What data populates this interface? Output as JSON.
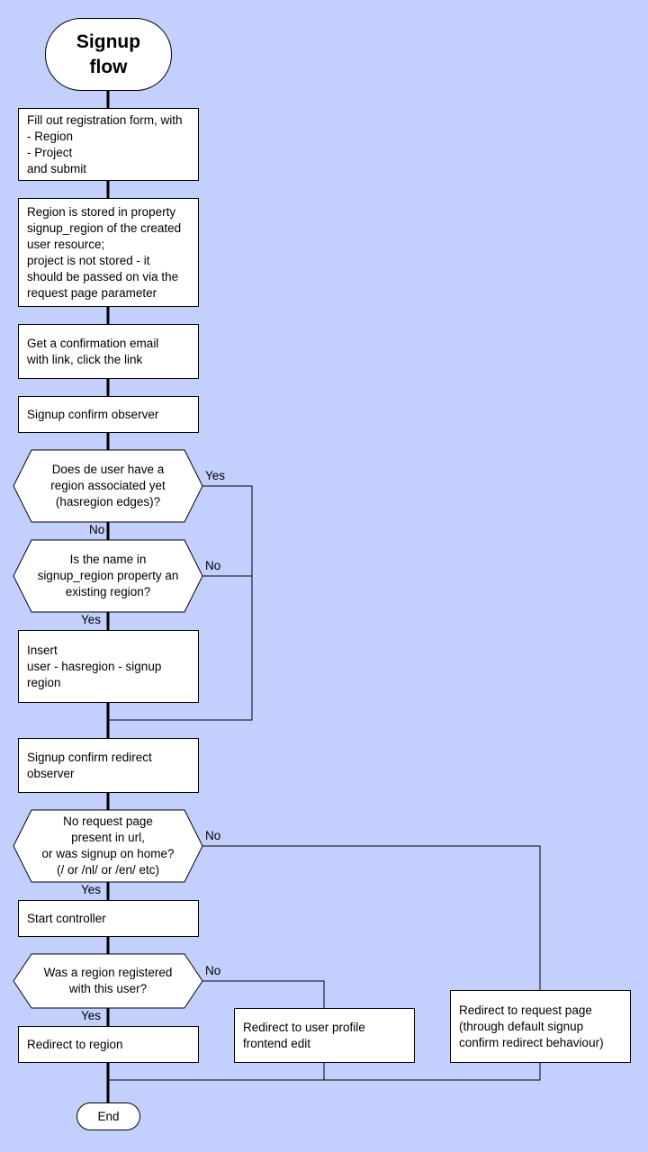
{
  "start": "Signup\nflow",
  "steps": {
    "fill_form": "Fill out registration form, with\n- Region\n- Project\nand submit",
    "region_stored": "Region is stored in property\nsignup_region of the created\nuser resource;\nproject is not stored - it\nshould be passed on via the\nrequest page parameter",
    "confirm_email": "Get a confirmation email\nwith link, click the link",
    "confirm_observer": "Signup confirm observer",
    "insert": "Insert\nuser - hasregion - signup\nregion",
    "redirect_observer": "Signup confirm redirect\nobserver",
    "start_controller": "Start controller",
    "redirect_region": "Redirect to region",
    "redirect_profile": "Redirect to user profile\nfrontend edit",
    "redirect_request": "Redirect to request page\n(through default signup\nconfirm redirect behaviour)"
  },
  "decisions": {
    "has_region": "Does de user have a\nregion associated yet\n(hasregion edges)?",
    "name_exists": "Is the name in\nsignup_region property an\nexisting region?",
    "no_request": "No request page\npresent in url,\nor was signup on home?\n(/ or /nl/ or /en/ etc)",
    "region_registered": "Was a region registered\nwith this user?"
  },
  "labels": {
    "d1_yes": "Yes",
    "d1_no": "No",
    "d2_no": "No",
    "d2_yes": "Yes",
    "d3_no": "No",
    "d3_yes": "Yes",
    "d4_no": "No",
    "d4_yes": "Yes"
  },
  "end": "End",
  "colors": {
    "background": "#c3d0fd",
    "node_fill": "#ffffff",
    "stroke": "#000000"
  }
}
